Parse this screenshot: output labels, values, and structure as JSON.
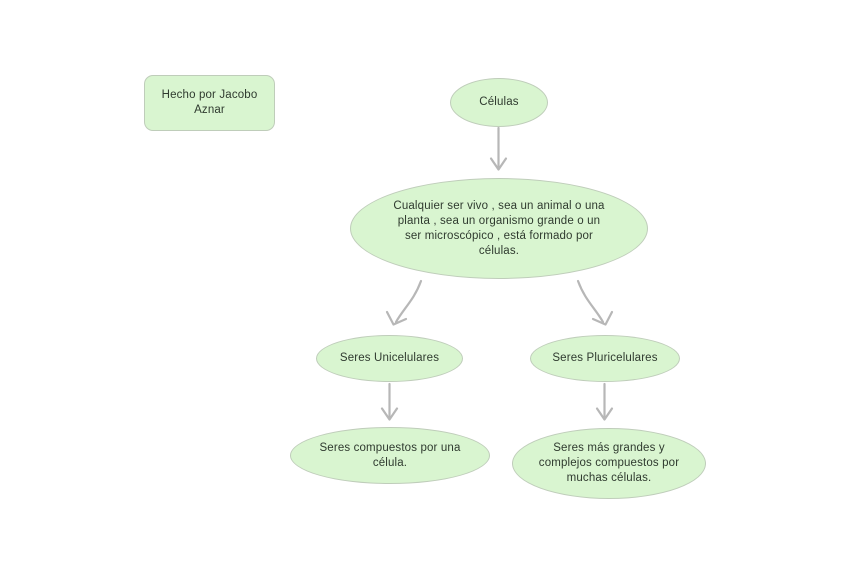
{
  "diagram": {
    "title": "Células",
    "background_color": "#ffffff",
    "node_fill_color": "#d9f5d0",
    "node_border_color": "#bfcdba",
    "text_color": "#2f3a2f",
    "arrow_color": "#b7b7b7",
    "nodes": {
      "author": {
        "label": "Hecho por Jacobo Aznar",
        "shape": "rounded-rectangle"
      },
      "root": {
        "label": "Células",
        "shape": "ellipse"
      },
      "definition": {
        "label": "Cualquier ser vivo , sea un animal o una planta , sea un organismo grande o un ser microscópico , está formado por células.",
        "shape": "ellipse"
      },
      "unicellular": {
        "label": "Seres Unicelulares",
        "shape": "ellipse"
      },
      "multicellular": {
        "label": "Seres Pluricelulares",
        "shape": "ellipse"
      },
      "unicellular_desc": {
        "label": "Seres compuestos por una célula.",
        "shape": "ellipse"
      },
      "multicellular_desc": {
        "label": "Seres más grandes y complejos compuestos por muchas células.",
        "shape": "ellipse"
      }
    },
    "connectors": [
      {
        "from": "root",
        "to": "definition",
        "style": "straight-arrow-down"
      },
      {
        "from": "definition",
        "to": "unicellular",
        "style": "curved-arrow-down-left"
      },
      {
        "from": "definition",
        "to": "multicellular",
        "style": "curved-arrow-down-right"
      },
      {
        "from": "unicellular",
        "to": "unicellular_desc",
        "style": "straight-arrow-down"
      },
      {
        "from": "multicellular",
        "to": "multicellular_desc",
        "style": "straight-arrow-down"
      }
    ]
  }
}
